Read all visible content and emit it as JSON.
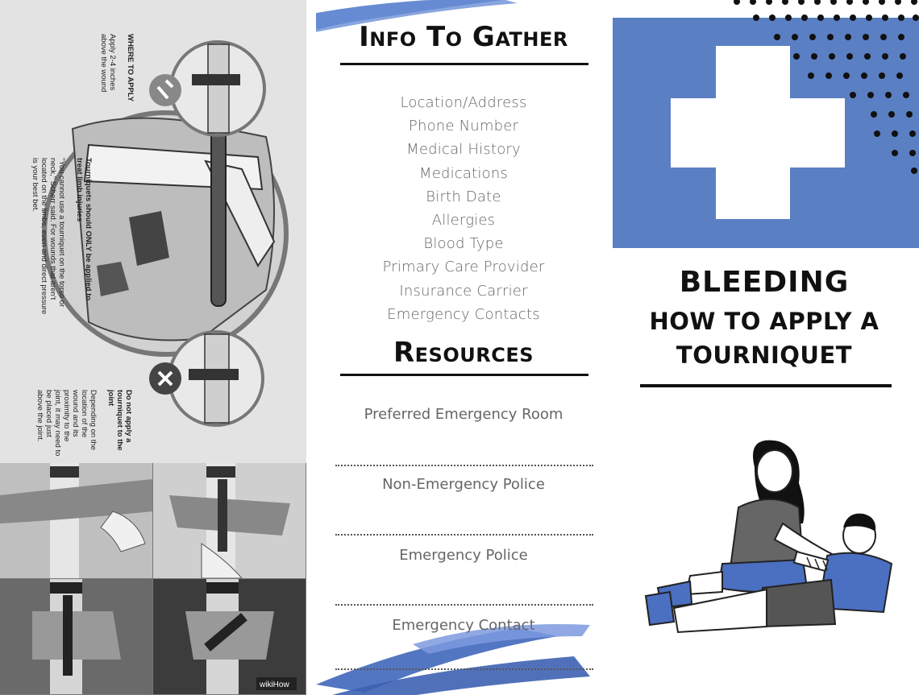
{
  "left_panel": {
    "where_to_apply": {
      "heading": "WHERE TO APPLY",
      "body": "Apply 2-4 inches above the wound"
    },
    "warning": {
      "heading": "Tourniquets should ONLY be applied to treat limb injuries",
      "body": "\"You cannot use a tourniquet on the torso or neck,\" Scherr said. For wounds that aren't located on the limbs, even and direct pressure is your best bet."
    },
    "joint_note": {
      "heading": "Do not apply a tourniquet to the joint",
      "body": "Depending on the location of the wound and its proximity to the joint, it may need to be placed just above the joint."
    },
    "watermark": "wikiHow"
  },
  "middle_panel": {
    "info_heading": "Info To Gather",
    "info_items": [
      "Location/Address",
      "Phone Number",
      "Medical History",
      "Medications",
      "Birth Date",
      "Allergies",
      "Blood Type",
      "Primary Care Provider",
      "Insurance Carrier",
      "Emergency Contacts"
    ],
    "resources_heading": "Resources",
    "resource_items": [
      "Preferred Emergency Room",
      "Non-Emergency Police",
      "Emergency Police",
      "Emergency Contact"
    ]
  },
  "right_panel": {
    "title": "BLEEDING",
    "subtitle_line1": "HOW TO APPLY A",
    "subtitle_line2": "TOURNIQUET"
  },
  "colors": {
    "accent_blue": "#5b7fc3",
    "brush_blue": "#4a6fbf",
    "text_dark": "#111111",
    "text_gray": "#666666"
  }
}
